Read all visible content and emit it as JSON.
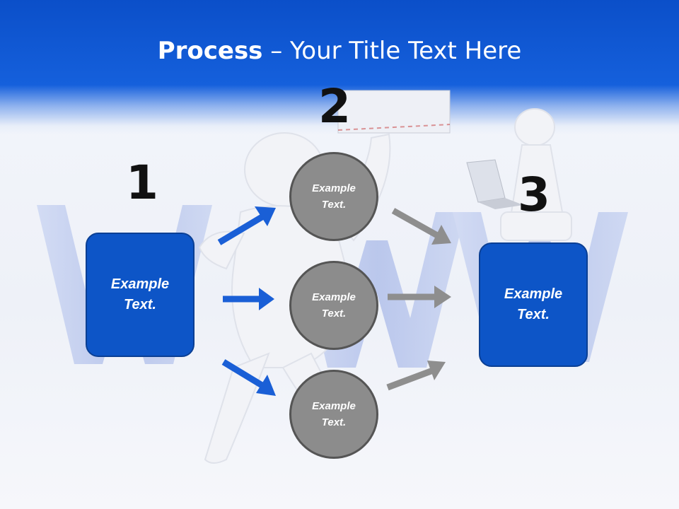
{
  "slide": {
    "title_bold": "Process",
    "title_rest": " – Your Title Text Here"
  },
  "steps": {
    "step1_number": "1",
    "step2_number": "2",
    "step3_number": "3"
  },
  "boxes": {
    "left_text": "Example Text.",
    "right_text": "Example Text."
  },
  "circles": {
    "top_text": "Example Text.",
    "middle_text": "Example Text.",
    "bottom_text": "Example Text."
  },
  "colors": {
    "header_blue": "#1560dc",
    "box_blue": "#0d55c7",
    "circle_gray": "#8c8c8c",
    "arrow_blue": "#1a5fd6",
    "arrow_gray": "#8e8e8e"
  }
}
